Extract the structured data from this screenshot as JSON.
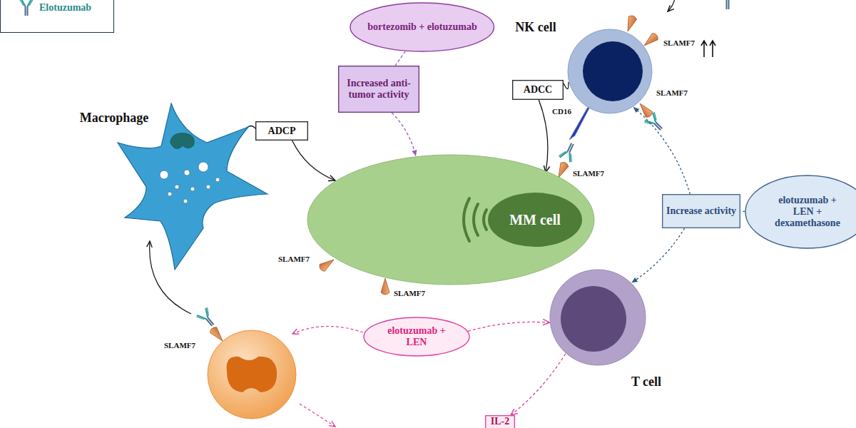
{
  "diagram": {
    "nodes": [
      {
        "text": [
          "bortezomib + elotuzumab"
        ]
      },
      {
        "text": [
          "Increased anti-tumor activity"
        ]
      },
      {
        "text": [
          "NK cell"
        ]
      },
      {
        "text": [
          "ADCC"
        ]
      },
      {
        "text": [
          "Macrophage"
        ]
      },
      {
        "text": [
          "ADCP"
        ]
      },
      {
        "text": [
          "MM cell"
        ]
      },
      {
        "text": [
          "Increase activity"
        ]
      },
      {
        "text": [
          "elotuzumab + LEN + dexamethasone"
        ]
      },
      {
        "text": [
          "T cell"
        ]
      },
      {
        "text": [
          "elotuzumab + LEN"
        ]
      },
      {
        "text": [
          "IL-2"
        ]
      }
    ],
    "edges": [
      {
        "from": 0,
        "to": 1,
        "arrow": "none"
      },
      {
        "from": 1,
        "to": 6,
        "arrow": "to"
      },
      {
        "from": 2,
        "to": 3,
        "arrow": "none"
      },
      {
        "from": 3,
        "to": 6,
        "arrow": "to"
      },
      {
        "from": 4,
        "to": 5,
        "arrow": "none"
      },
      {
        "from": 5,
        "to": 6,
        "arrow": "to"
      },
      {
        "from": 8,
        "to": 7,
        "arrow": "none"
      },
      {
        "from": 7,
        "to": 2,
        "arrow": "to"
      },
      {
        "from": 7,
        "to": 9,
        "arrow": "to"
      },
      {
        "from": 10,
        "to": 9,
        "arrow": "to"
      },
      {
        "from": 9,
        "to": 11,
        "arrow": "to"
      }
    ],
    "labels": [
      "SLAMF7",
      "SLAMF7",
      "CD16",
      "SLAMF7",
      "SLAMF7",
      "SLAMF7",
      "SLAMF7"
    ],
    "legend": [
      {
        "text": "Elotuzumab"
      }
    ]
  }
}
